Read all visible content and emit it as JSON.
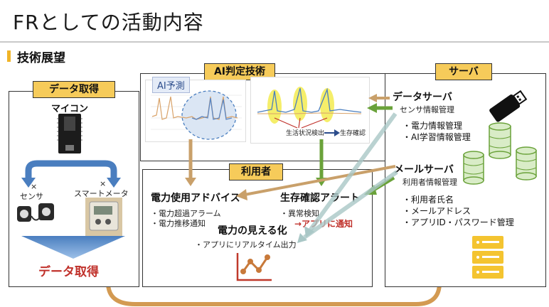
{
  "title": "FRとしての活動内容",
  "subtitle": "技術展望",
  "sections": {
    "data_acquisition": {
      "tag": "データ取得",
      "microcontroller": "マイコン",
      "sensor_x": "×",
      "sensor": "センサ",
      "smartmeter_x": "×",
      "smartmeter": "スマートメータ",
      "footer": "データ取得"
    },
    "ai": {
      "tag": "AI判定技術",
      "ai_prediction": "AI予測",
      "life_detection": "生活状況検出",
      "alive_check": "生存確認"
    },
    "server": {
      "tag": "サーバ",
      "data_server": "データサーバ",
      "data_server_sub": "センサ情報管理",
      "data_items": [
        "・電力情報管理",
        "・AI学習情報管理"
      ],
      "mail_server": "メールサーバ",
      "mail_server_sub": "利用者情報管理",
      "mail_items": [
        "・利用者氏名",
        "・メールアドレス",
        "・アプリID・パスワード管理"
      ]
    },
    "user": {
      "tag": "利用者",
      "advice_title": "電力使用アドバイス",
      "advice_items": [
        "・電力超過アラーム",
        "・電力推移通知"
      ],
      "alert_title": "生存確認アラート",
      "alert_item": "・異常検知",
      "alert_notify": "→アプリに通知",
      "visual_title": "電力の見える化",
      "visual_item": "・アプリにリアルタイム出力"
    }
  },
  "colors": {
    "tag_fill": "#f6cb5a",
    "accent_bar": "#f0b428",
    "arrow_blue": "#4a7ebf",
    "arrow_green": "#6aa23a",
    "arrow_tan": "#c9a06a",
    "arrow_orange": "#d39a52",
    "highlight_yellow": "#f5ee6a",
    "red": "#c0312b",
    "db_green": "#d9ecc7",
    "server_yellow": "#f4c430"
  },
  "icons": [
    "usb-drive-icon",
    "database-icon",
    "server-icon",
    "chart-icon",
    "microcontroller-icon",
    "sensor-icon",
    "smartmeter-icon"
  ]
}
